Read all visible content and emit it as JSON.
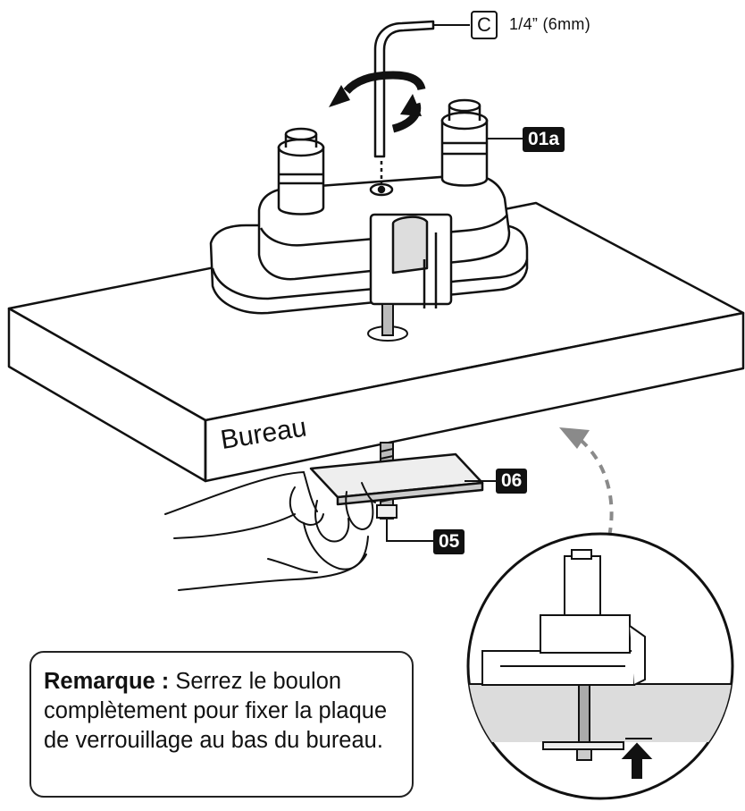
{
  "tool": {
    "letter": "C",
    "size": "1/4” (6mm)"
  },
  "parts": {
    "base": "01a",
    "plate": "06",
    "bolt": "05"
  },
  "desk_label": "Bureau",
  "note": {
    "prefix": "Remarque :",
    "text": " Serrez le boulon complètement pour fixer la plaque de verrouillage au bas du bureau."
  },
  "colors": {
    "line": "#111111",
    "desk_front": "#e6e6e6",
    "label_bg": "#111111",
    "arrow_dashed": "#8a8a8a",
    "detail_desk": "#dcdcdc"
  }
}
